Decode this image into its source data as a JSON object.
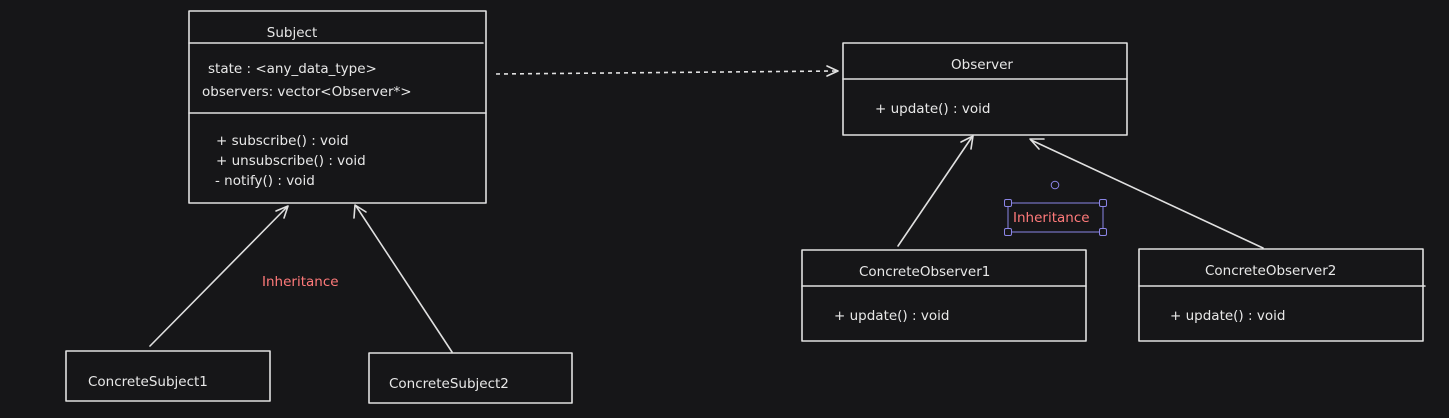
{
  "subject": {
    "title": "Subject",
    "attributes": [
      "state : <any_data_type>",
      "observers: vector<Observer*>"
    ],
    "methods": [
      "+ subscribe() : void",
      "+ unsubscribe() : void",
      "- notify() : void"
    ]
  },
  "observer": {
    "title": "Observer",
    "methods": [
      "+ update() : void"
    ]
  },
  "concrete_subject_1": {
    "title": "ConcreteSubject1"
  },
  "concrete_subject_2": {
    "title": "ConcreteSubject2"
  },
  "concrete_observer_1": {
    "title": "ConcreteObserver1",
    "methods": [
      "+ update() : void"
    ]
  },
  "concrete_observer_2": {
    "title": "ConcreteObserver2",
    "methods": [
      "+ update() : void"
    ]
  },
  "labels": {
    "subject_inheritance": "Inheritance",
    "observer_inheritance": "Inheritance"
  },
  "colors": {
    "background": "#161618",
    "stroke": "#e0e0e0",
    "label_red": "#ff7a7a",
    "selection": "#8b85e6"
  }
}
